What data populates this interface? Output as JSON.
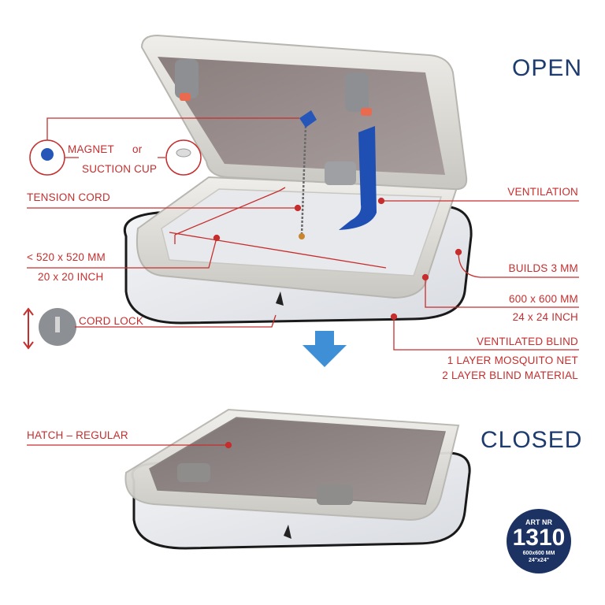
{
  "headings": {
    "open": "OPEN",
    "closed": "CLOSED"
  },
  "labels": {
    "magnet": "MAGNET",
    "or": "or",
    "suction_cup": "SUCTION CUP",
    "tension_cord": "TENSION CORD",
    "ventilation": "VENTILATION",
    "size_mm_small": "< 520 x 520 MM",
    "size_inch_small": "20 x 20 INCH",
    "builds": "BUILDS 3 MM",
    "size_mm_large": "600 x 600 MM",
    "size_inch_large": "24 x 24 INCH",
    "cord_lock": "CORD LOCK",
    "ventilated_blind": "VENTILATED BLIND",
    "mosquito_net": "1 LAYER MOSQUITO NET",
    "blind_material": "2 LAYER BLIND MATERIAL",
    "hatch_regular": "HATCH – REGULAR"
  },
  "badge": {
    "art_nr_label": "ART NR",
    "art_nr": "1310",
    "size_mm": "600x600 MM",
    "size_inch": "24\"x24\""
  },
  "colors": {
    "label_red": "#c62e2e",
    "heading_blue": "#1d3b6e",
    "badge_navy": "#1b3263",
    "ventilation_blue": "#1f4fb3",
    "arrow_blue": "#3f8fd6"
  }
}
